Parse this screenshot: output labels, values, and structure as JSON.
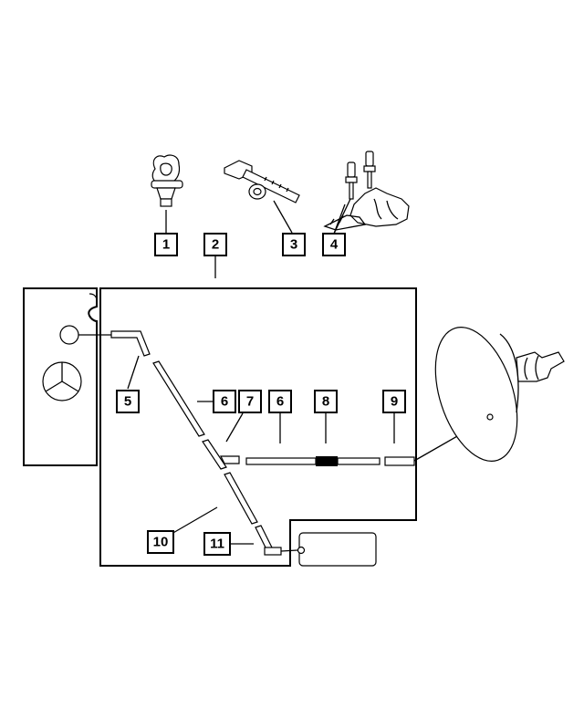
{
  "callouts": [
    {
      "id": "1",
      "label": "1"
    },
    {
      "id": "2",
      "label": "2"
    },
    {
      "id": "3",
      "label": "3"
    },
    {
      "id": "4",
      "label": "4"
    },
    {
      "id": "5",
      "label": "5"
    },
    {
      "id": "6a",
      "label": "6"
    },
    {
      "id": "7",
      "label": "7"
    },
    {
      "id": "6b",
      "label": "6"
    },
    {
      "id": "8",
      "label": "8"
    },
    {
      "id": "9",
      "label": "9"
    },
    {
      "id": "10",
      "label": "10"
    },
    {
      "id": "11",
      "label": "11"
    }
  ],
  "icons": {
    "hose_clip": "hose-clip-icon",
    "cable_tie": "cable-tie-icon",
    "connectors": "vacuum-connector-icon",
    "booster": "brake-booster-icon",
    "star_logo": "three-pointed-star-icon"
  },
  "colors": {
    "line": "#000000",
    "background": "#ffffff",
    "accent_block": "#000000"
  }
}
